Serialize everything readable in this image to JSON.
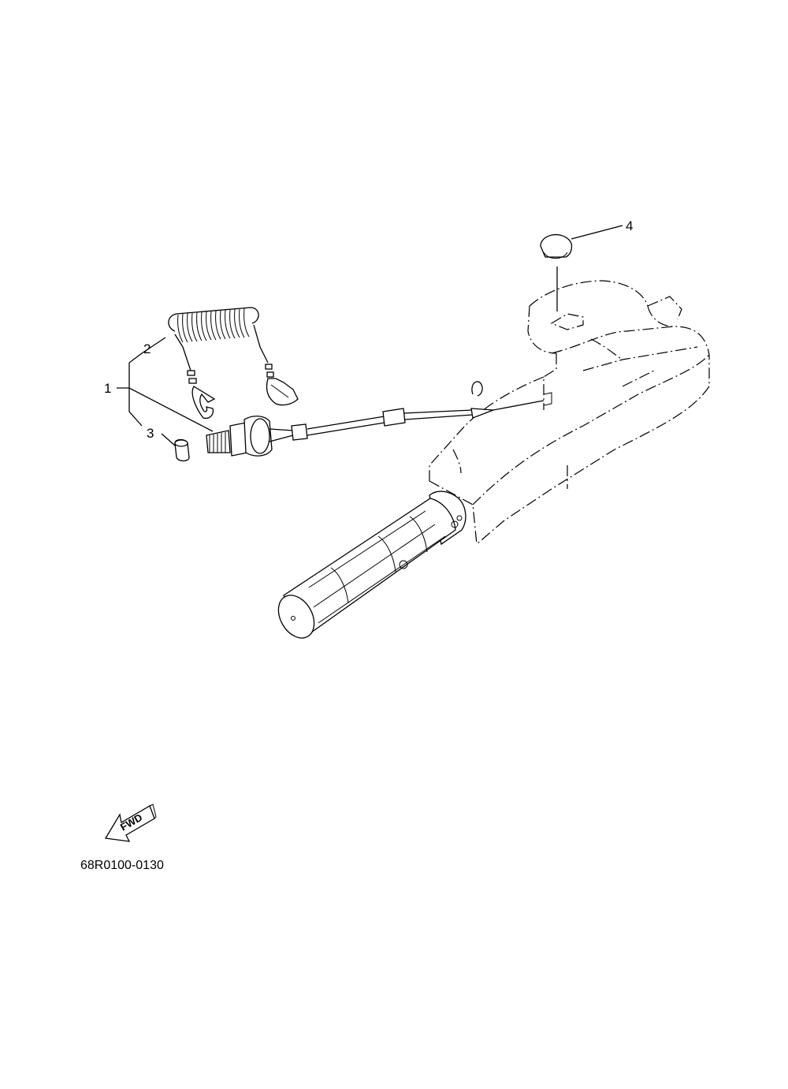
{
  "callouts": [
    "1",
    "2",
    "3",
    "4"
  ],
  "fwd_label": "FWD",
  "part_code": "68R0100-0130"
}
